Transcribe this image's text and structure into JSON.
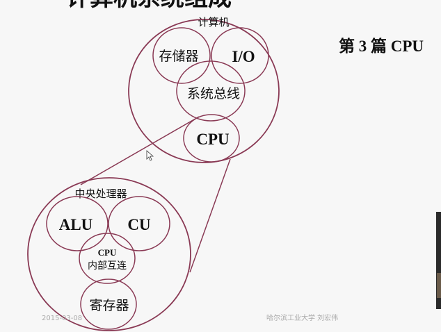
{
  "slide": {
    "header_partial": "计算机系统组成",
    "section_title": "第 3 篇 CPU",
    "footer_date": "2015-03-08",
    "footer_author": "哈尔滨工业大学  刘宏伟"
  },
  "computer": {
    "title": "计算机",
    "memory": "存储器",
    "io": "I/O",
    "bus": "系统总线",
    "cpu": "CPU"
  },
  "processor": {
    "title": "中央处理器",
    "alu": "ALU",
    "cu": "CU",
    "interconnect_line1": "CPU",
    "interconnect_line2": "内部互连",
    "registers": "寄存器"
  },
  "colors": {
    "ring": "#8a3a55",
    "background": "#f7f7f7"
  }
}
